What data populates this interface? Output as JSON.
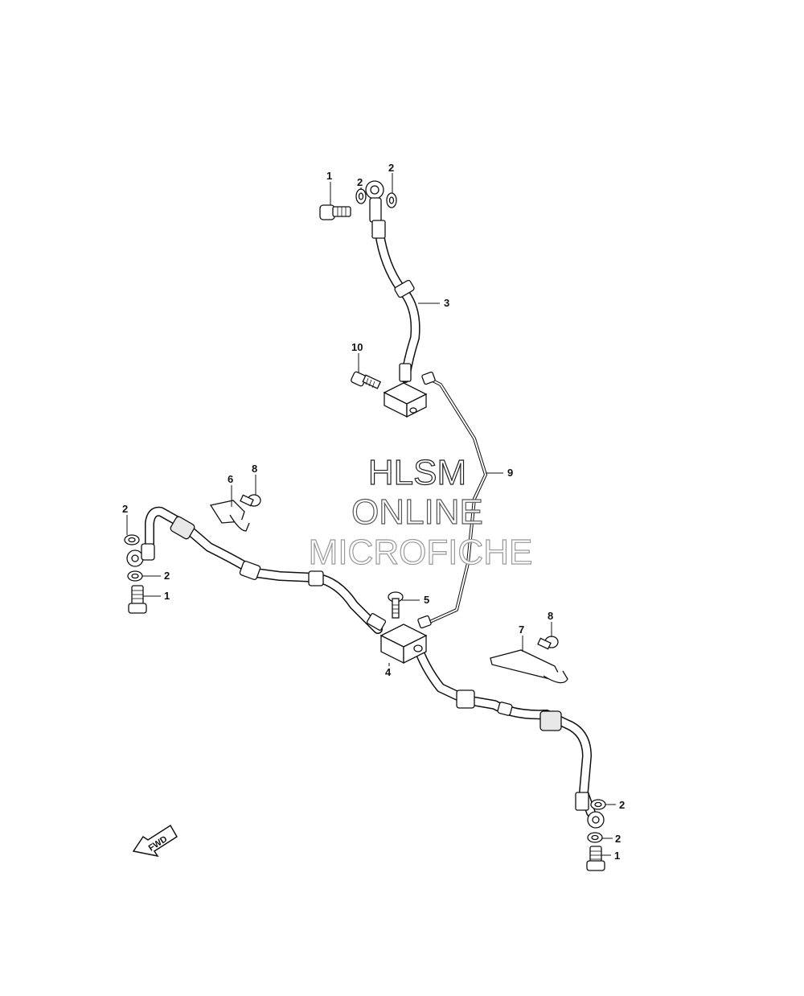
{
  "watermark": {
    "line1": "HLSM",
    "line2": "ONLINE",
    "line3": "MICROFICHE",
    "colors": {
      "line1": "#222222",
      "line2": "#555555",
      "line3": "#999999"
    }
  },
  "fwd_arrow": {
    "text": "FWD"
  },
  "callouts": {
    "top_bolt": "1",
    "top_washer_a": "2",
    "top_washer_b": "2",
    "upper_hose": "3",
    "upper_block_bolt": "10",
    "brake_pipe": "9",
    "left_clamp": "6",
    "left_clamp_bolt": "8",
    "left_washer_top": "2",
    "left_washer_bottom": "2",
    "left_bolt": "1",
    "joint_bolt": "5",
    "joint": "4",
    "right_clamp": "7",
    "right_clamp_bolt": "8",
    "right_washer_top": "2",
    "right_washer_bottom": "2",
    "right_bolt": "1"
  }
}
